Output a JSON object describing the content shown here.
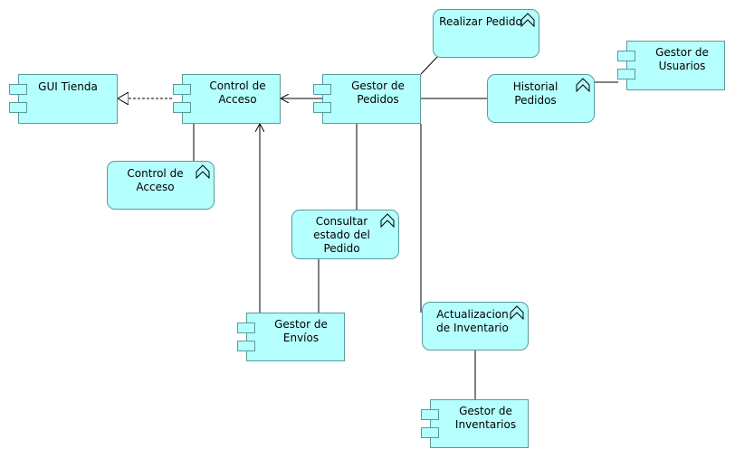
{
  "components": {
    "gui_tienda": "GUI Tienda",
    "control_acceso": "Control de Acceso",
    "gestor_pedidos": "Gestor de Pedidos",
    "gestor_usuarios": "Gestor de Usuarios",
    "gestor_envios": "Gestor de Envíos",
    "gestor_inventarios": "Gestor de Inventarios"
  },
  "services": {
    "realizar_pedido": "Realizar Pedido",
    "historial_pedidos": "Historial Pedidos",
    "control_acceso": "Control de Acceso",
    "consultar_estado": "Consultar estado del Pedido",
    "actualizacion_inventario": "Actualizacion de Inventario"
  },
  "colors": {
    "fill": "#b5ffff",
    "border": "#5c9a9a"
  }
}
